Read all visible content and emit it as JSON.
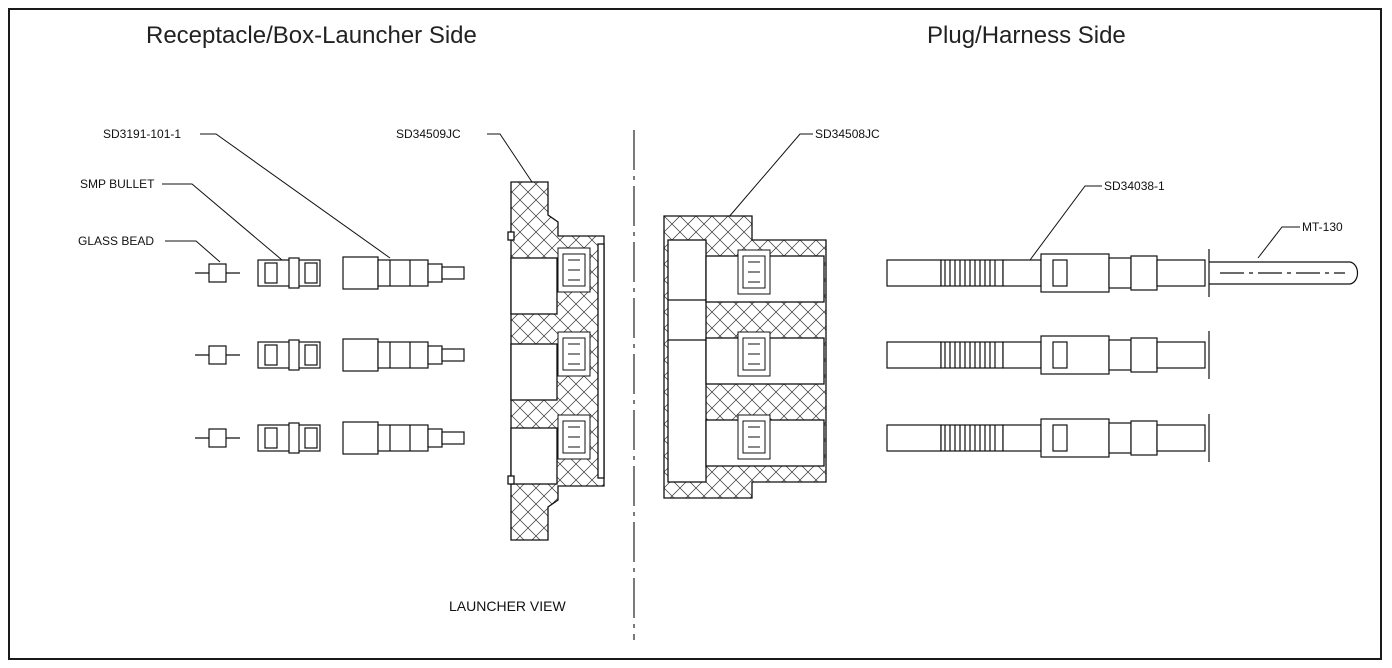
{
  "headings": {
    "left": "Receptacle/Box-Launcher Side",
    "right": "Plug/Harness Side"
  },
  "callouts": {
    "sd3191": "SD3191-101-1",
    "smp_bullet": "SMP BULLET",
    "glass_bead": "GLASS BEAD",
    "sd34509": "SD34509JC",
    "sd34508": "SD34508JC",
    "sd34038": "SD34038-1",
    "mt130": "MT-130"
  },
  "view_label": "LAUNCHER VIEW",
  "colors": {
    "line": "#1a1a1a",
    "background": "#ffffff"
  }
}
